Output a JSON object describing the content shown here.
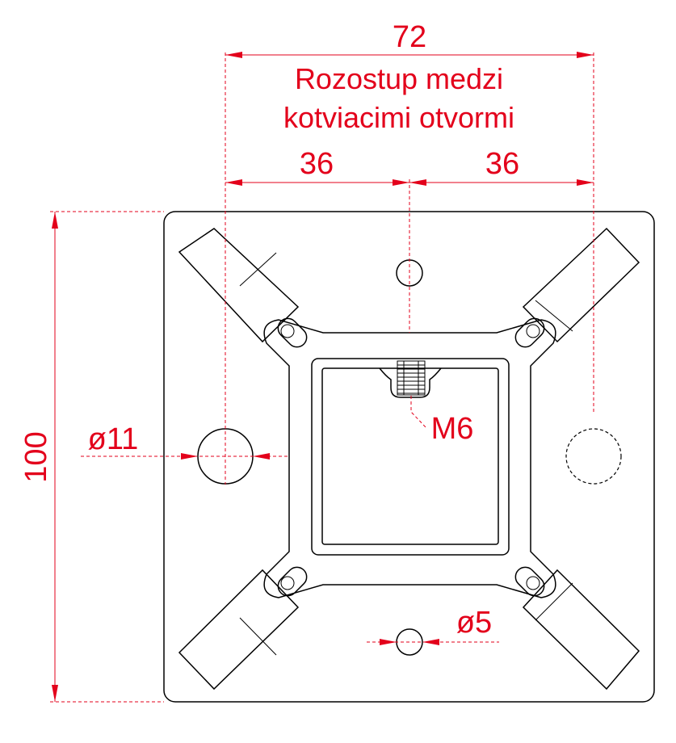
{
  "dimensions": {
    "overall_spacing": "72",
    "spacing_caption_line1": "Rozostup medzi",
    "spacing_caption_line2": "kotviacimi otvormi",
    "half_left": "36",
    "half_right": "36",
    "plate_height": "100",
    "anchor_hole_diameter": "ø11",
    "small_hole_diameter": "ø5",
    "thread": "M6"
  },
  "colors": {
    "dimension": "#e3001b",
    "geometry": "#000000"
  }
}
